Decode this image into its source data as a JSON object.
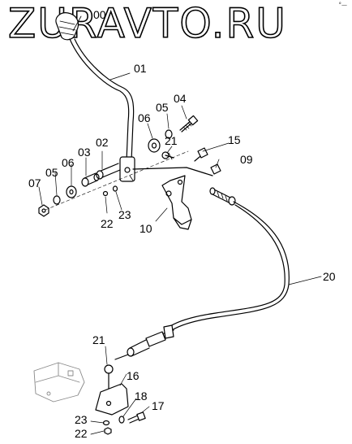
{
  "watermark": "ZURAVTO.RU",
  "corner_mark": "°—",
  "part_labels": {
    "l00": "00",
    "l01": "01",
    "l04": "04",
    "l05a": "05",
    "l06a": "06",
    "l21a": "21",
    "l02": "02",
    "l03": "03",
    "l06b": "06",
    "l05b": "05",
    "l07": "07",
    "l15": "15",
    "l09": "09",
    "l22a": "22",
    "l23a": "23",
    "l10": "10",
    "l20": "20",
    "l21b": "21",
    "l16": "16",
    "l18": "18",
    "l17": "17",
    "l23b": "23",
    "l22b": "22"
  }
}
